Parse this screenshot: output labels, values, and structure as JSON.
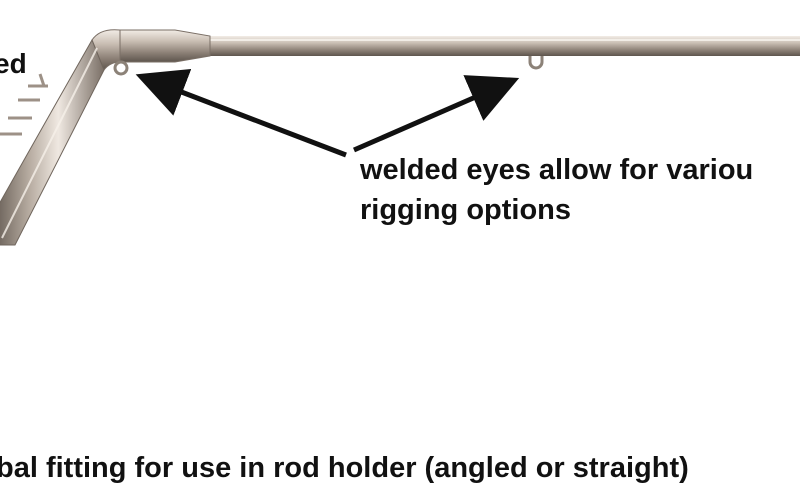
{
  "labels": {
    "top_left_fragment": "ed",
    "eyes_line_1": "welded eyes allow for variou",
    "eyes_line_2": "rigging options",
    "bottom_caption": "bal fitting for use in rod holder (angled or straight)"
  },
  "colors": {
    "background": "#ffffff",
    "text": "#111111",
    "metal_light": "#e2dad2",
    "metal_mid": "#b7aca1",
    "metal_dark": "#6f655c",
    "arrow": "#111111"
  },
  "objects": {
    "main_object": "stainless-steel-rod-frame",
    "pointers": [
      "arrow-to-left-eye",
      "arrow-to-right-eye"
    ]
  }
}
